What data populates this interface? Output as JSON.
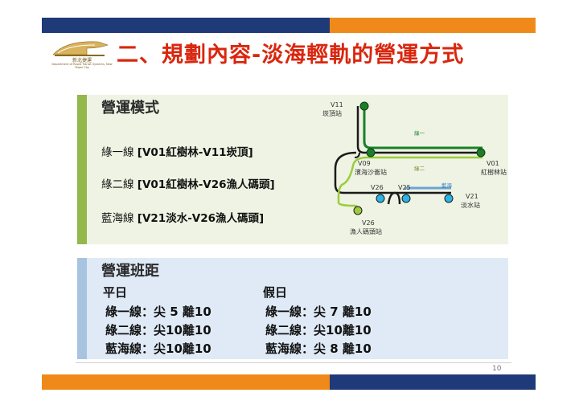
{
  "header": {
    "title": "二、規劃內容-淡海輕軌的營運方式",
    "logo_text": "新北捷運",
    "logo_subtext": "Department of Rapid Transit Systems, New Taipei City"
  },
  "operation_mode": {
    "heading": "營運模式",
    "routes": [
      {
        "name": "綠一線",
        "detail": "[V01紅樹林-V11崁頂]"
      },
      {
        "name": "綠二線",
        "detail": "[V01紅樹林-V26漁人碼頭]"
      },
      {
        "name": "藍海線",
        "detail": "[V21淡水-V26漁人碼頭]"
      }
    ]
  },
  "route_map": {
    "stations": {
      "v11": {
        "code": "V11",
        "name": "崁頂站"
      },
      "v09": {
        "code": "V09",
        "name": "濱海沙崙站"
      },
      "v01": {
        "code": "V01",
        "name": "紅樹林站"
      },
      "v26_label": "V26",
      "v25_label": "V25",
      "v21": {
        "code": "V21",
        "name": "淡水站"
      },
      "v26": {
        "code": "V26",
        "name": "漁人碼頭站"
      }
    },
    "line_labels": {
      "green1": "綠一",
      "green2": "綠二",
      "blue": "藍海"
    },
    "colors": {
      "green1": "#1b7f2a",
      "green2": "#9ccc3c",
      "blue": "#6ba4d8",
      "station_blue": "#29b6e6",
      "track": "#1a1a1a"
    }
  },
  "headway": {
    "heading": "營運班距",
    "weekday": {
      "label": "平日",
      "rows": [
        "綠一線：尖 5 離10",
        "綠二線：尖10離10",
        "藍海線：尖10離10"
      ]
    },
    "holiday": {
      "label": "假日",
      "rows": [
        "綠一線：尖 7 離10",
        "綠二線：尖10離10",
        "藍海線：尖 8 離10"
      ]
    }
  },
  "footer": {
    "page_number": "10"
  }
}
